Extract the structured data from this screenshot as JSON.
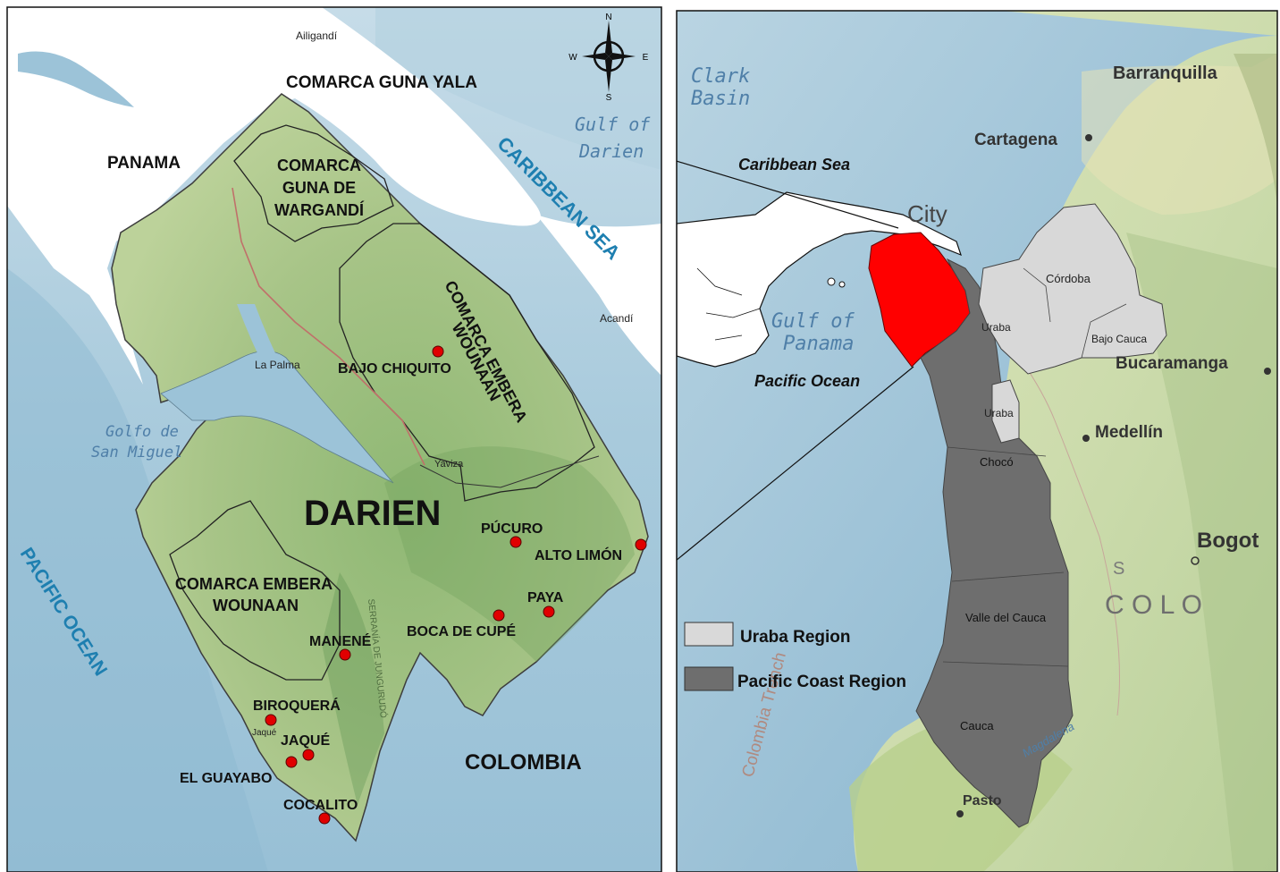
{
  "left_panel": {
    "compass": {
      "n": "N",
      "s": "S",
      "e": "E",
      "w": "W"
    },
    "labels": {
      "ailigandi": "Ailigandí",
      "comarca_guna_yala": "COMARCA GUNA YALA",
      "panama": "PANAMA",
      "gulf_darien_1": "Gulf of",
      "gulf_darien_2": "Darien",
      "caribbean_sea": "CARIBBEAN SEA",
      "wargandi_1": "COMARCA",
      "wargandi_2": "GUNA DE",
      "wargandi_3": "WARGANDÍ",
      "comarca_ew_north_1": "COMARCA EMBERA",
      "comarca_ew_north_2": "WOUNAAN",
      "acandi": "Acandí",
      "bajo_chiquito": "BAJO CHIQUITO",
      "la_palma": "La Palma",
      "golfo_sm_1": "Golfo de",
      "golfo_sm_2": "San Miguel",
      "yaviza": "Yaviza",
      "darien": "DARIEN",
      "pucuro": "PÚCURO",
      "alto_limon": "ALTO LIMÓN",
      "pacific_ocean": "PACIFIC OCEAN",
      "comarca_ew_south_1": "COMARCA EMBERA",
      "comarca_ew_south_2": "WOUNAAN",
      "paya": "PAYA",
      "boca_de_cupe": "BOCA DE CUPÉ",
      "manene": "MANENÉ",
      "biroquera": "BIROQUERÁ",
      "jaque_small": "Jaqué",
      "jaque": "JAQUÉ",
      "el_guayabo": "EL GUAYABO",
      "cocalito": "COCALITO",
      "colombia": "COLOMBIA",
      "serrania": "SERRANÍA DE JUNGURUDÓ"
    }
  },
  "right_panel": {
    "labels": {
      "clark_basin_1": "Clark",
      "clark_basin_2": "Basin",
      "barranquilla": "Barranquilla",
      "cartagena": "Cartagena",
      "caribbean_sea": "Caribbean Sea",
      "city": "City",
      "cordoba": "Córdoba",
      "gulf_panama_1": "Gulf of",
      "gulf_panama_2": "Panama",
      "uraba_1": "Uraba",
      "bajo_cauca": "Bajo Cauca",
      "bucaramanga": "Bucaramanga",
      "pacific_ocean": "Pacific Ocean",
      "uraba_2": "Uraba",
      "medellin": "Medellín",
      "choco": "Chocó",
      "bogota": "Bogot",
      "colombia_partial": "C O L O",
      "colombia_s": "S",
      "colombia_trench": "Colombia Trench",
      "valle_del_cauca": "Valle del Cauca",
      "cauca": "Cauca",
      "magdalena": "Magdalena",
      "pasto": "Pasto"
    },
    "legend": [
      {
        "label": "Uraba Region",
        "color": "#d9d9d9"
      },
      {
        "label": "Pacific Coast Region",
        "color": "#6e6e6e"
      }
    ]
  },
  "colors": {
    "darien_fill": "#a9c486",
    "ocean": "#9cc3d8",
    "highlight": "#ff0000",
    "site_marker": "#e00000",
    "pacific_region": "#707070",
    "uraba_region": "#d4d4d4"
  }
}
